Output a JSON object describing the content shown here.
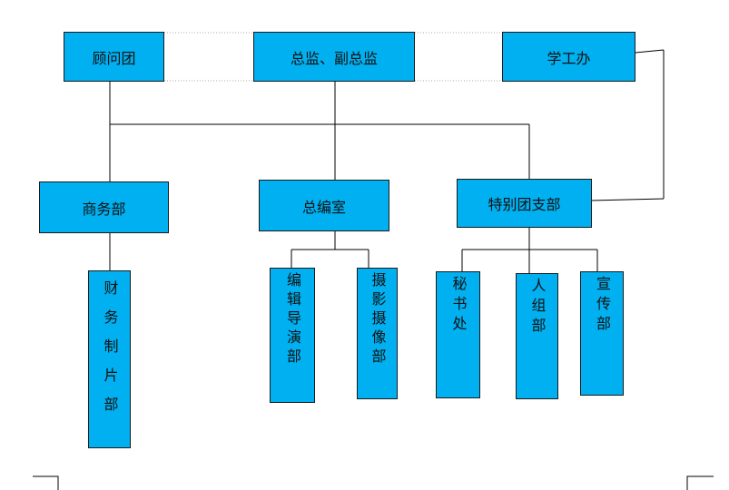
{
  "colors": {
    "box_fill": "#00b0f0",
    "border": "#1a1a1a",
    "line": "#000000",
    "dotted": "#a0a0a0"
  },
  "top": {
    "advisors": "顾问团",
    "directors": "总监、副总监",
    "student_affairs": "学工办"
  },
  "mid": {
    "business": "商务部",
    "editorial": "总编室",
    "special_branch": "特别团支部"
  },
  "bottom": {
    "finance": "财务制片部",
    "editing": "编辑导演部",
    "photo": "摄影摄像部",
    "secretariat": "秘书处",
    "personnel": "人组部",
    "publicity": "宣传部"
  }
}
